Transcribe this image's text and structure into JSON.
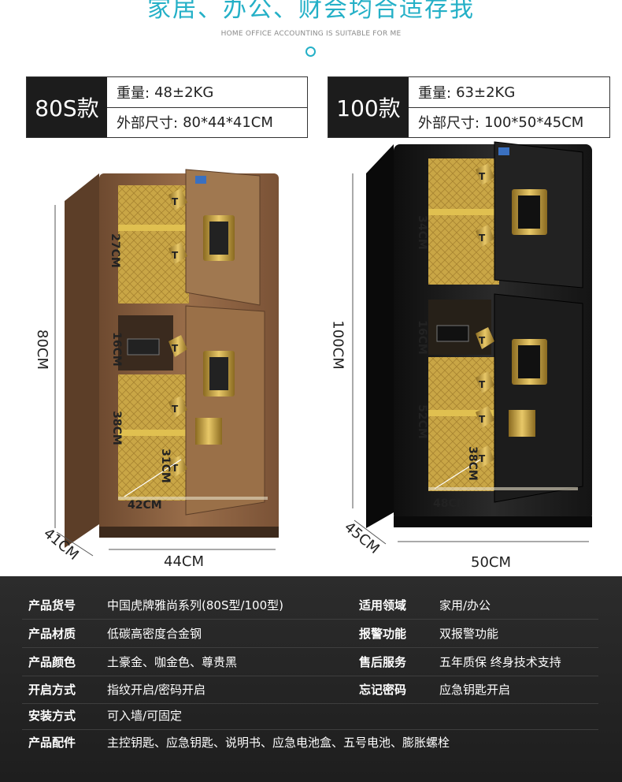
{
  "hero": {
    "title": "家居、办公、财会均合适存我",
    "subtitle": "HOME  OFFICE  ACCOUNTING IS SUITABLE FOR ME"
  },
  "models": [
    {
      "name": "80S款",
      "weight_label": "重量:",
      "weight": "48±2KG",
      "size_label": "外部尺寸:",
      "size": "80*44*41CM"
    },
    {
      "name": "100款",
      "weight_label": "重量:",
      "weight": "63±2KG",
      "size_label": "外部尺寸:",
      "size": "100*50*45CM"
    }
  ],
  "dimensions": {
    "left": {
      "height": "80CM",
      "width": "44CM",
      "depth": "41CM",
      "upper": "27CM",
      "middle": "16CM",
      "lower": "38CM",
      "shelf_depth": "31CM",
      "inner_width": "42CM"
    },
    "right": {
      "height": "100CM",
      "width": "50CM",
      "depth": "45CM",
      "upper": "34CM",
      "middle": "16CM",
      "lower": "52CM",
      "shelf_depth": "38CM",
      "inner_width": "48CM"
    }
  },
  "colors": {
    "accent": "#24b0c7",
    "bronze": "#8a6040",
    "black_safe": "#1a1a1a",
    "gold": "#c9a646"
  },
  "specs": {
    "rows": [
      {
        "l1": "产品货号",
        "v1": "中国虎牌雅尚系列(80S型/100型)",
        "l2": "适用领域",
        "v2": "家用/办公"
      },
      {
        "l1": "产品材质",
        "v1": "低碳高密度合金钢",
        "l2": "报警功能",
        "v2": "双报警功能"
      },
      {
        "l1": "产品颜色",
        "v1": "土豪金、咖金色、尊贵黑",
        "l2": "售后服务",
        "v2": "五年质保  终身技术支持"
      },
      {
        "l1": "开启方式",
        "v1": "指纹开启/密码开启",
        "l2": "忘记密码",
        "v2": "应急钥匙开启"
      },
      {
        "l1": "安装方式",
        "v1": "可入墙/可固定",
        "l2": "",
        "v2": ""
      },
      {
        "l1": "产品配件",
        "v1": "主控钥匙、应急钥匙、说明书、应急电池盒、五号电池、膨胀螺栓",
        "l2": "",
        "v2": ""
      }
    ]
  }
}
